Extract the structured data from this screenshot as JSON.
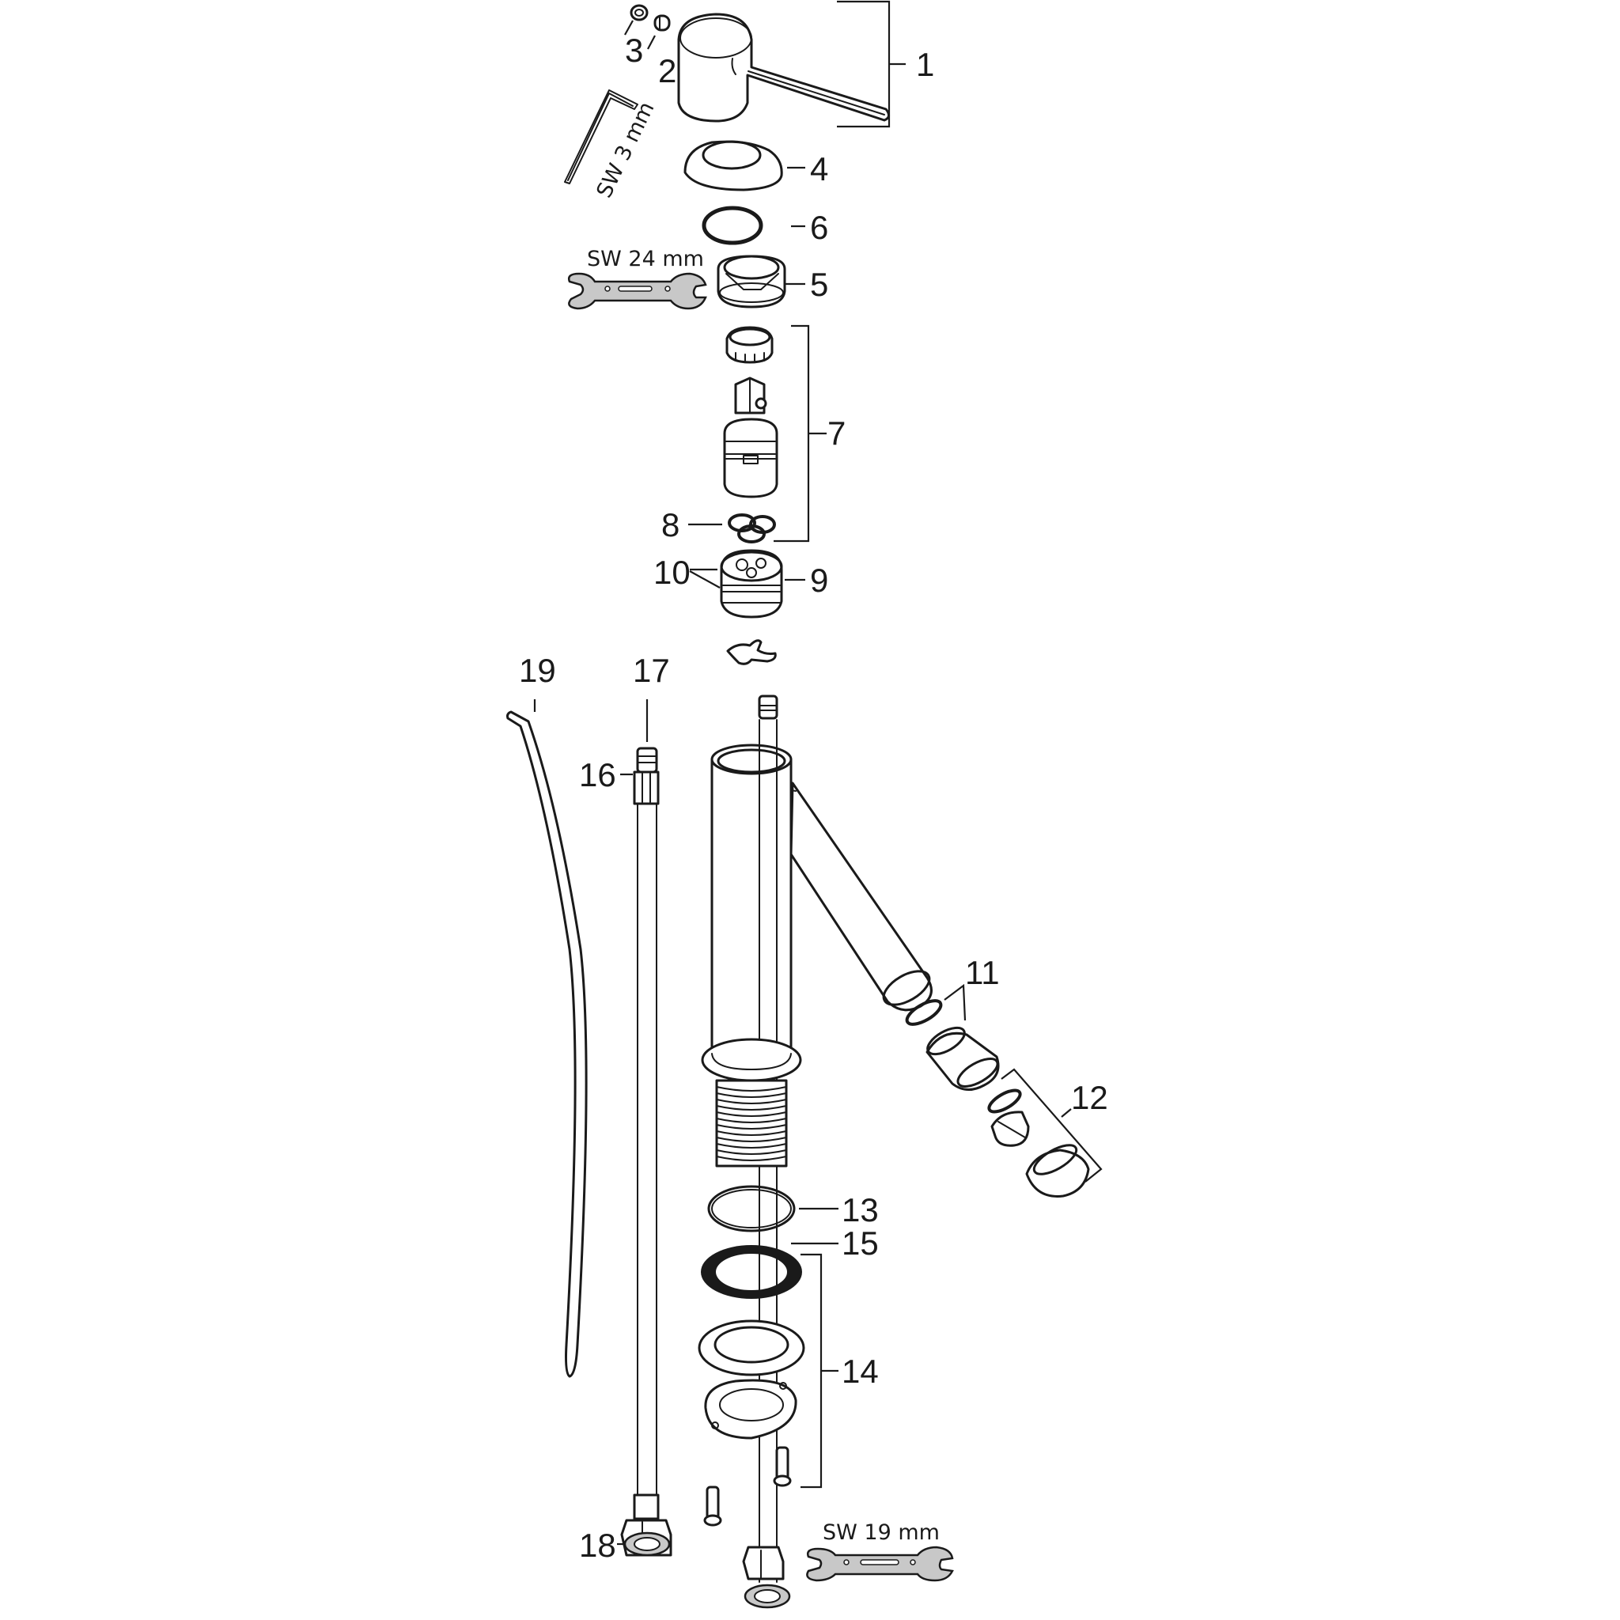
{
  "diagram": {
    "type": "exploded-parts-view",
    "subject": "single-lever basin mixer tap",
    "colors": {
      "line": "#1a1a1a",
      "background": "#ffffff",
      "tool_fill": "#c8c8c8",
      "gasket_fill": "#1a1a1a"
    },
    "parts": [
      {
        "id": "1",
        "label": "1",
        "name": "lever-handle"
      },
      {
        "id": "2",
        "label": "2",
        "name": "cover-cap"
      },
      {
        "id": "3",
        "label": "3",
        "name": "set-screw"
      },
      {
        "id": "4",
        "label": "4",
        "name": "cover-sleeve"
      },
      {
        "id": "5",
        "label": "5",
        "name": "cartridge-nut"
      },
      {
        "id": "6",
        "label": "6",
        "name": "o-ring"
      },
      {
        "id": "7",
        "label": "7",
        "name": "cartridge-assembly"
      },
      {
        "id": "8",
        "label": "8",
        "name": "cartridge-seal"
      },
      {
        "id": "9",
        "label": "9",
        "name": "adapter-base"
      },
      {
        "id": "10",
        "label": "10",
        "name": "adapter-seals"
      },
      {
        "id": "11",
        "label": "11",
        "name": "spout-adapter-set"
      },
      {
        "id": "12",
        "label": "12",
        "name": "aerator-set"
      },
      {
        "id": "13",
        "label": "13",
        "name": "base-o-ring"
      },
      {
        "id": "14",
        "label": "14",
        "name": "mounting-set"
      },
      {
        "id": "15",
        "label": "15",
        "name": "base-gasket"
      },
      {
        "id": "16",
        "label": "16",
        "name": "hose-o-ring"
      },
      {
        "id": "17",
        "label": "17",
        "name": "connection-hose"
      },
      {
        "id": "18",
        "label": "18",
        "name": "hose-washer"
      },
      {
        "id": "19",
        "label": "19",
        "name": "pull-rod"
      }
    ],
    "tools": [
      {
        "id": "hex-key",
        "label": "SW 3 mm"
      },
      {
        "id": "wrench-24",
        "label": "SW 24 mm"
      },
      {
        "id": "wrench-19",
        "label": "SW 19 mm"
      }
    ]
  }
}
